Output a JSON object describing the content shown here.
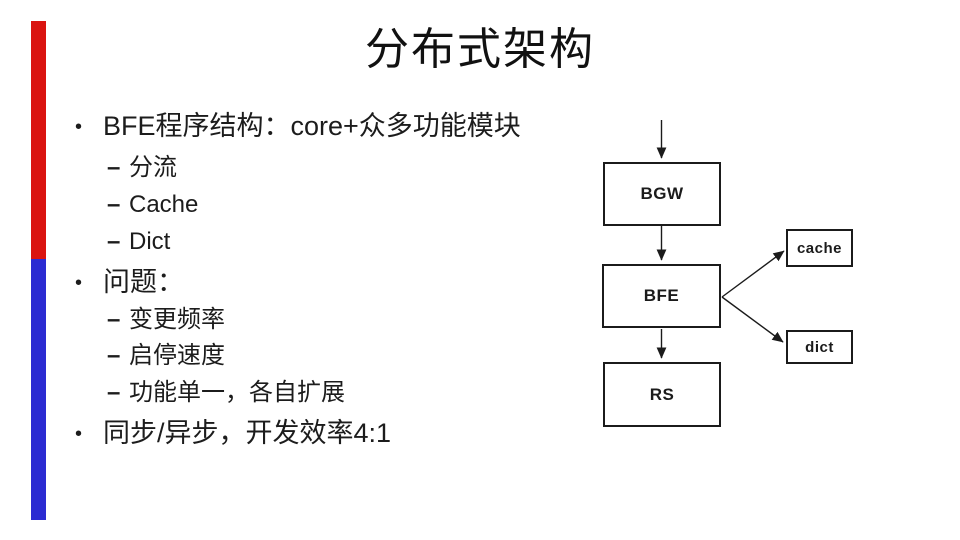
{
  "slide": {
    "title": "分布式架构",
    "l1_marker": "•",
    "l2_marker": "–",
    "bullets": [
      {
        "level": 1,
        "text": "BFE程序结构：core+众多功能模块"
      },
      {
        "level": 2,
        "text": "分流"
      },
      {
        "level": 2,
        "text": "Cache"
      },
      {
        "level": 2,
        "text": "Dict"
      },
      {
        "level": 1,
        "text": "问题："
      },
      {
        "level": 2,
        "text": "变更频率"
      },
      {
        "level": 2,
        "text": "启停速度"
      },
      {
        "level": 2,
        "text": "功能单一，各自扩展"
      },
      {
        "level": 1,
        "text": "同步/异步，开发效率4:1"
      }
    ],
    "accent_colors": {
      "red": "#da1410",
      "blue": "#2b2bd2"
    },
    "text_color": "#1a1a1a"
  },
  "diagram": {
    "nodes": [
      {
        "id": "bgw",
        "label": "BGW"
      },
      {
        "id": "bfe",
        "label": "BFE"
      },
      {
        "id": "rs",
        "label": "RS"
      },
      {
        "id": "cache",
        "label": "cache"
      },
      {
        "id": "dict",
        "label": "dict"
      }
    ],
    "edges": [
      "in → BGW",
      "BGW → BFE",
      "BFE → RS",
      "BFE → cache",
      "BFE → dict"
    ]
  }
}
